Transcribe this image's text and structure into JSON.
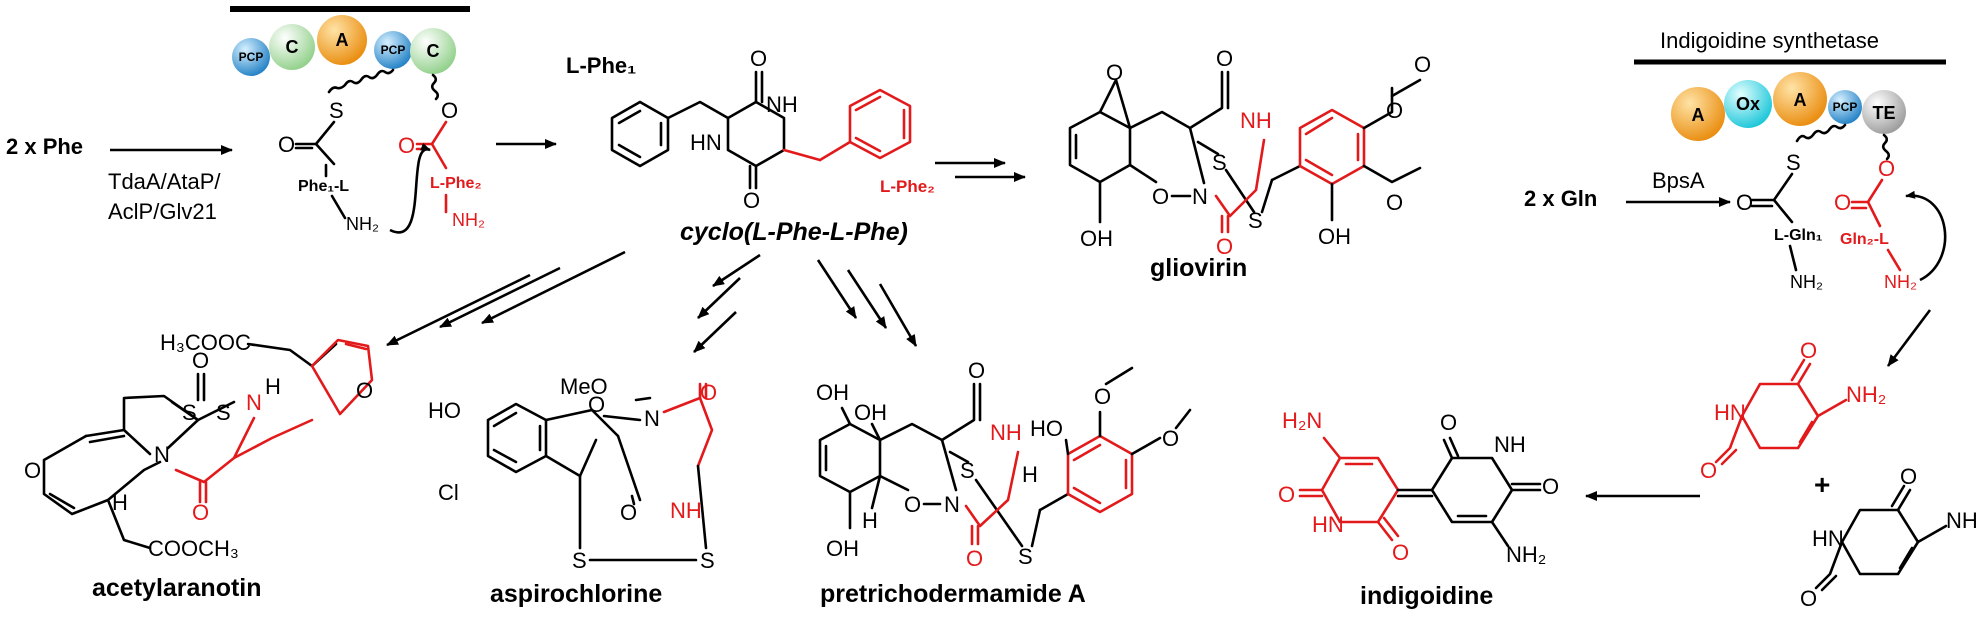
{
  "pathway_left": {
    "substrate": "2 x Phe",
    "enzymes_line1": "TdaA/AtaP/",
    "enzymes_line2": "AclP/Glv21",
    "domains": [
      "PCP",
      "C",
      "A",
      "PCP",
      "C"
    ],
    "atom_s": "S",
    "atom_o": "O",
    "phe1": "Phe₁-L",
    "phe2": "L-Phe₂",
    "nh2_black": "NH₂",
    "nh2_red": "NH₂",
    "o_red": "O"
  },
  "dkp": {
    "label_phe1": "L-Phe₁",
    "label_phe2": "L-Phe₂",
    "name": "cyclo(L-Phe-L-Phe)",
    "atoms": {
      "o_top": "O",
      "o_bottom": "O",
      "nh": "NH",
      "hn": "HN"
    }
  },
  "products": {
    "gliovirin": "gliovirin",
    "acetylaranotin": "acetylaranotin",
    "aspirochlorine": "aspirochlorine",
    "pretrichodermamide": "pretrichodermamide A",
    "indigoidine": "indigoidine"
  },
  "atom_labels": {
    "o": "O",
    "s": "S",
    "n": "N",
    "nh": "NH",
    "hn": "HN",
    "h": "H",
    "oh": "OH",
    "ho": "HO",
    "cl": "Cl",
    "meo": "MeO",
    "nh2": "NH₂",
    "h2n": "H₂N",
    "coome_top": "H₃COOC",
    "coome_bottom": "COOCH₃"
  },
  "pathway_right": {
    "title": "Indigoidine synthetase",
    "substrate": "2 x Gln",
    "enzyme": "BpsA",
    "domains": [
      "A",
      "Ox",
      "A",
      "PCP",
      "TE"
    ],
    "gln1": "L-Gln₁",
    "gln2": "Gln₂-L",
    "nh2_black": "NH₂",
    "nh2_red": "NH₂",
    "plus": "+"
  },
  "colors": {
    "product_red": "#e31a1c",
    "pcp_blue": "#3a9ee0",
    "c_green": "#9fd49a",
    "a_orange": "#f3a328",
    "ox_cyan": "#33d6e6",
    "te_gray": "#b5b5b5"
  }
}
